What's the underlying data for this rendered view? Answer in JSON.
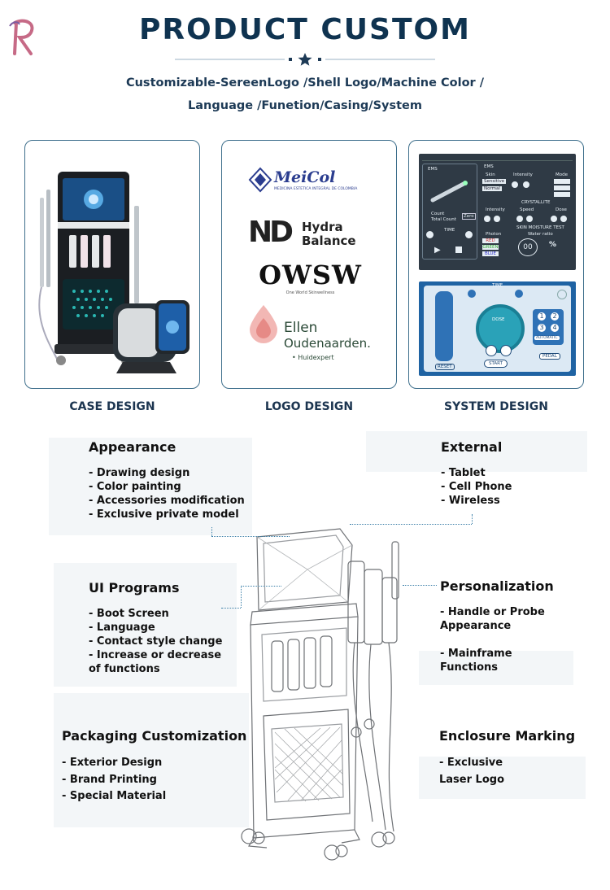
{
  "brand": {
    "logo_letter": "R",
    "accent": "#c66a86"
  },
  "header": {
    "title": "PRODUCT CUSTOM",
    "subtitle_line1": "Customizable-SereenLogo /Shell Logo/Machine Color /",
    "subtitle_line2": "Language /Funetion/Casing/System",
    "title_color": "#0f3350"
  },
  "cards": {
    "case_caption": "CASE DESIGN",
    "logo_caption": "LOGO DESIGN",
    "system_caption": "SYSTEM DESIGN"
  },
  "logos": {
    "meicol_name": "MeiCol",
    "meicol_tagline": "MEDICINA ESTETICA INTEGRAL DE COLOMBIA",
    "nd_mark": "ND",
    "nd_line1": "Hydra",
    "nd_line2": "Balance",
    "owsw_mark": "OWSW",
    "owsw_tagline": "One World Skinwellness",
    "ellen_line1": "Ellen",
    "ellen_line2": "Oudenaarden.",
    "ellen_line3": "• Huidexpert"
  },
  "screen_top": {
    "ems": "EMS",
    "skin": "Skin",
    "intensity": "Intensity",
    "mode": "Mode",
    "sensitive": "Sensitive",
    "normal": "Normal",
    "speed": "Speed",
    "dose": "Dose",
    "crystallite": "CRYSTALLITE",
    "skin_moisture": "SKIN MOISTURE TEST",
    "water_ratio": "Water ratio",
    "photon": "Photon",
    "red": "RED",
    "green": "GREEN",
    "blue": "BLUE",
    "value": "00",
    "unit": "%",
    "time": "TIME",
    "count": "Count",
    "total_count": "Total Count",
    "zero": "Zero"
  },
  "screen_bottom": {
    "time": "TIME",
    "dose": "DOSE",
    "start": "START",
    "reset": "RESET",
    "automatic": "AUTOMATIC",
    "pedal": "PEDAL",
    "n1": "1",
    "n2": "2",
    "n3": "3",
    "n4": "4"
  },
  "features": {
    "appearance": {
      "title": "Appearance",
      "items": [
        "- Drawing design",
        "- Color painting",
        "- Accessories modification",
        "- Exclusive private model"
      ]
    },
    "external": {
      "title": "External",
      "items": [
        "- Tablet",
        "- Cell Phone",
        "- Wireless"
      ]
    },
    "ui_programs": {
      "title": "UI Programs",
      "items": [
        "- Boot Screen",
        "- Language",
        "- Contact style change",
        "- Increase or decrease",
        "of functions"
      ]
    },
    "personalization": {
      "title": "Personalization",
      "items": [
        "- Handle or Probe",
        "Appearance",
        "- Mainframe",
        "Functions"
      ]
    },
    "packaging": {
      "title": "Packaging Customization",
      "items": [
        "- Exterior Design",
        "- Brand Printing",
        "- Special Material"
      ]
    },
    "enclosure": {
      "title": "Enclosure Marking",
      "items": [
        "- Exclusive",
        "Laser Logo"
      ]
    }
  }
}
